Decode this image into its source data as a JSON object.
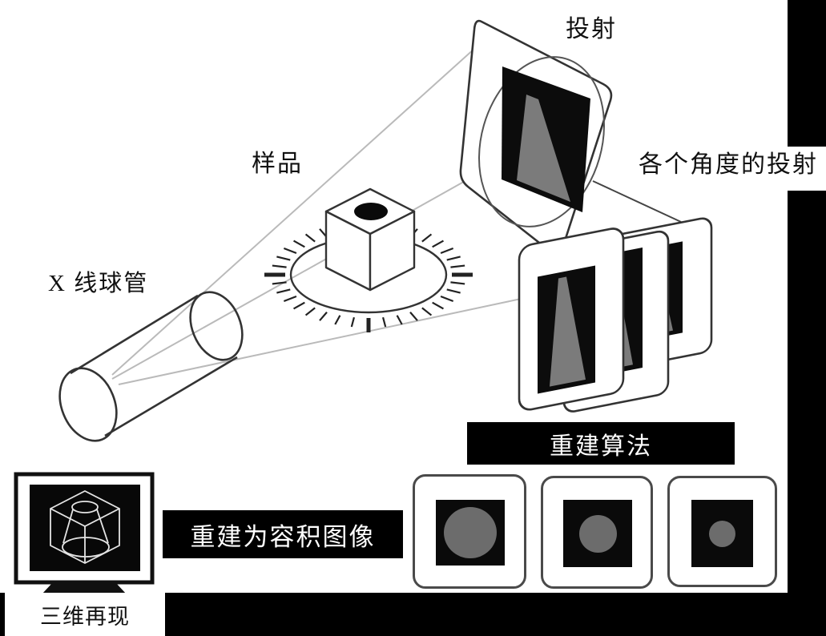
{
  "diagram": {
    "labels": {
      "projection": "投射",
      "sample": "样品",
      "xray_tube": "X 线球管",
      "angle_projections": "各个角度的投射",
      "recon_algorithm": "重建算法",
      "recon_volume": "重建为容积图像",
      "three_d_reproduction": "三维再现"
    },
    "colors": {
      "outline": "#333333",
      "beam": "#bababa",
      "bars": "#000000",
      "box_text": "#ffffff",
      "projection_shadow": "#7b7b7b",
      "slice_circle": "#6c6c6c"
    }
  }
}
